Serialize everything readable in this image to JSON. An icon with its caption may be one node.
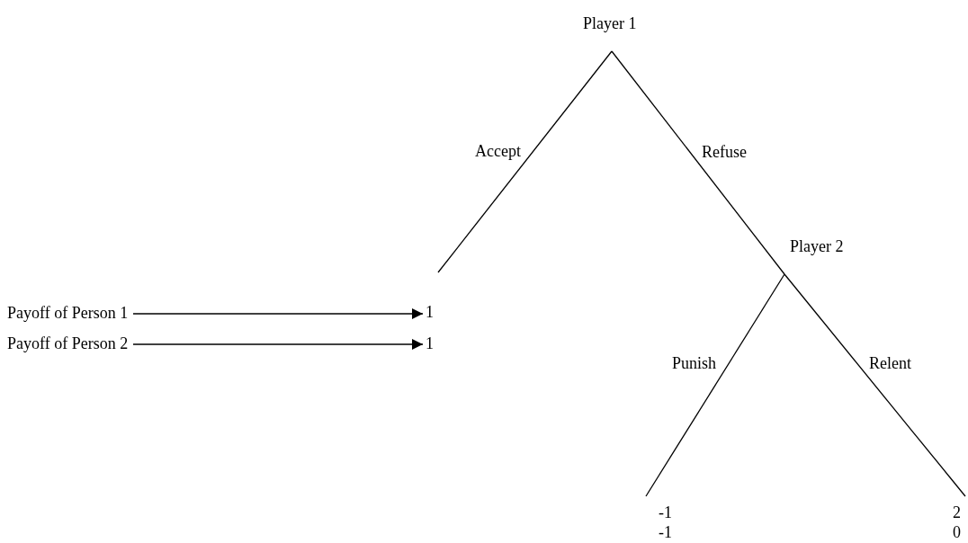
{
  "diagram": {
    "nodes": [
      {
        "text": [
          "Player 1"
        ]
      },
      {
        "text": [
          "1"
        ]
      },
      {
        "text": [
          "1"
        ]
      },
      {
        "text": [
          "Player 2"
        ]
      },
      {
        "text": [
          "-1"
        ]
      },
      {
        "text": [
          "-1"
        ]
      },
      {
        "text": [
          "2"
        ]
      },
      {
        "text": [
          "0"
        ]
      },
      {
        "text": [
          "Payoff of Person 1"
        ]
      },
      {
        "text": [
          "Payoff of Person 2"
        ]
      }
    ],
    "edges": [
      {
        "from": 0,
        "to": 1,
        "arrow": "none",
        "label": "Accept"
      },
      {
        "from": 0,
        "to": 3,
        "arrow": "none",
        "label": "Refuse"
      },
      {
        "from": 3,
        "to": 4,
        "arrow": "none",
        "label": "Punish"
      },
      {
        "from": 3,
        "to": 6,
        "arrow": "none",
        "label": "Relent"
      },
      {
        "from": 8,
        "to": 1,
        "arrow": "to"
      },
      {
        "from": 9,
        "to": 2,
        "arrow": "to"
      }
    ]
  }
}
